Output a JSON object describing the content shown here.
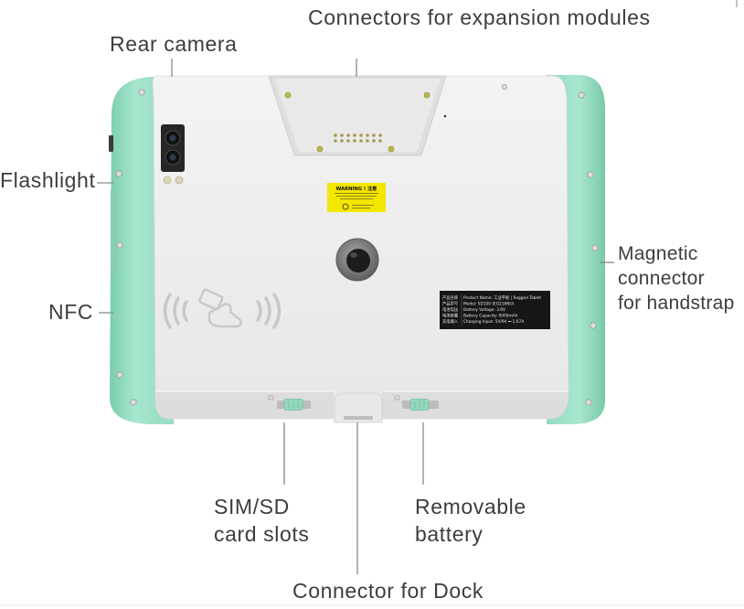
{
  "callouts": {
    "expansion_connectors": "Connectors for expansion modules",
    "rear_camera": "Rear camera",
    "flashlight": "Flashlight",
    "nfc": "NFC",
    "magnetic_connector": [
      "Magnetic",
      "connector",
      "for handstrap"
    ],
    "sim_sd_slots": [
      "SIM/SD",
      "card slots"
    ],
    "removable_battery": [
      "Removable",
      "battery"
    ],
    "dock_connector": "Connector for Dock"
  },
  "device": {
    "warning_label": "WARNING ! 注意",
    "product_label": [
      {
        "cn": "产品名称",
        "en": "Product Name: 工业平板 | Rugged Tablet"
      },
      {
        "cn": "产品型号",
        "en": "Model: SD100 (EG216NU)"
      },
      {
        "cn": "电池电压",
        "en": "Battery Voltage: 3.8V"
      },
      {
        "cn": "电池容量",
        "en": "Battery Capacity: 9000mAh"
      },
      {
        "cn": "充电输入",
        "en": "Charging Input: 5V/9V ⎓ 1.67A"
      }
    ]
  },
  "colors": {
    "bumper": "#a5e6cd",
    "back_cover": "#eeeeee",
    "label_text": "#3d3d3d",
    "warning_label": "#f3e600",
    "callout_line": "#8a8a8a"
  }
}
